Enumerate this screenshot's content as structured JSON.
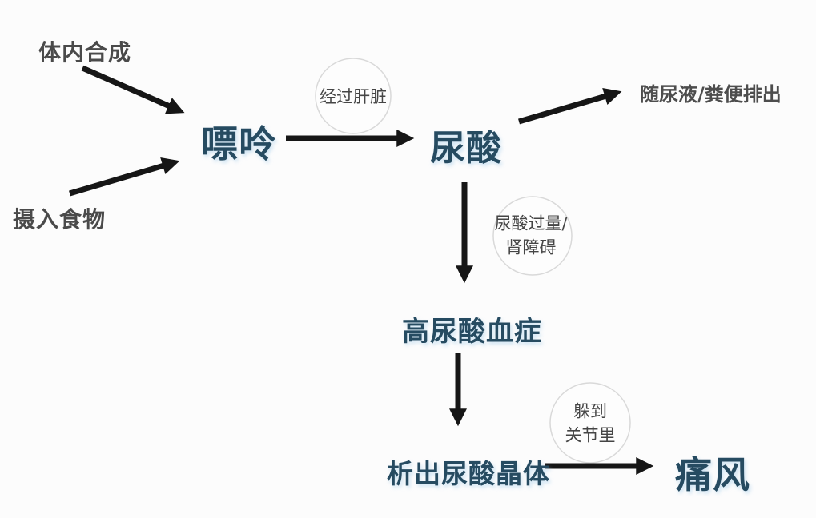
{
  "diagram": {
    "title_hint": "purine-uric-acid-gout-flowchart",
    "colors": {
      "background": "#fcfcfc",
      "node_text": "#264b61",
      "annotation_text": "#4a4a4a",
      "arrow": "#161616",
      "circle_border": "#d9d9d9"
    },
    "labels": {
      "source_synthesis": "体内合成",
      "source_food": "摄入食物",
      "purine": "嘌呤",
      "uric_acid": "尿酸",
      "excretion": "随尿液/粪便排出",
      "hyperuricemia": "高尿酸血症",
      "crystals": "析出尿酸晶体",
      "gout": "痛风",
      "via_liver": "经过肝脏",
      "excess_line1": "尿酸过量/",
      "excess_line2": "肾障碍",
      "joints_line1": "躲到",
      "joints_line2": "关节里"
    }
  }
}
